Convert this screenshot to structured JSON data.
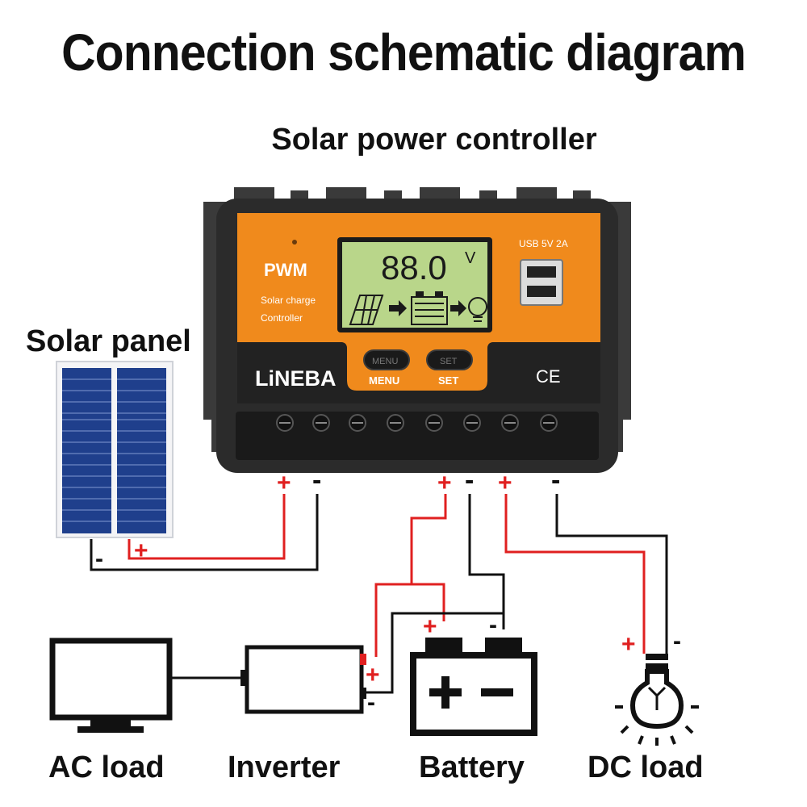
{
  "title": "Connection schematic diagram",
  "subtitle": "Solar power controller",
  "controller": {
    "mode": "PWM",
    "desc_line1": "Solar charge",
    "desc_line2": "Controller",
    "usb_label": "USB 5V 2A",
    "display_value": "88.0",
    "display_unit": "V",
    "brand": "LiNEBA",
    "ce_mark": "CE",
    "menu_button": "MENU",
    "set_button": "SET",
    "menu_caption": "MENU",
    "set_caption": "SET",
    "accent_color": "#f08a1c",
    "body_color": "#2b2b2b"
  },
  "labels": {
    "solar_panel": "Solar panel",
    "ac_load": "AC load",
    "inverter": "Inverter",
    "battery": "Battery",
    "dc_load": "DC load"
  },
  "polarity": {
    "plus": "+",
    "minus": "-"
  },
  "wire_colors": {
    "positive": "#e02020",
    "negative": "#111111"
  },
  "icons": [
    "solar-panel-icon",
    "monitor-icon",
    "inverter-icon",
    "battery-icon",
    "light-bulb-icon",
    "usb-port-icon",
    "solar-panel-display-icon",
    "bulb-display-icon"
  ]
}
